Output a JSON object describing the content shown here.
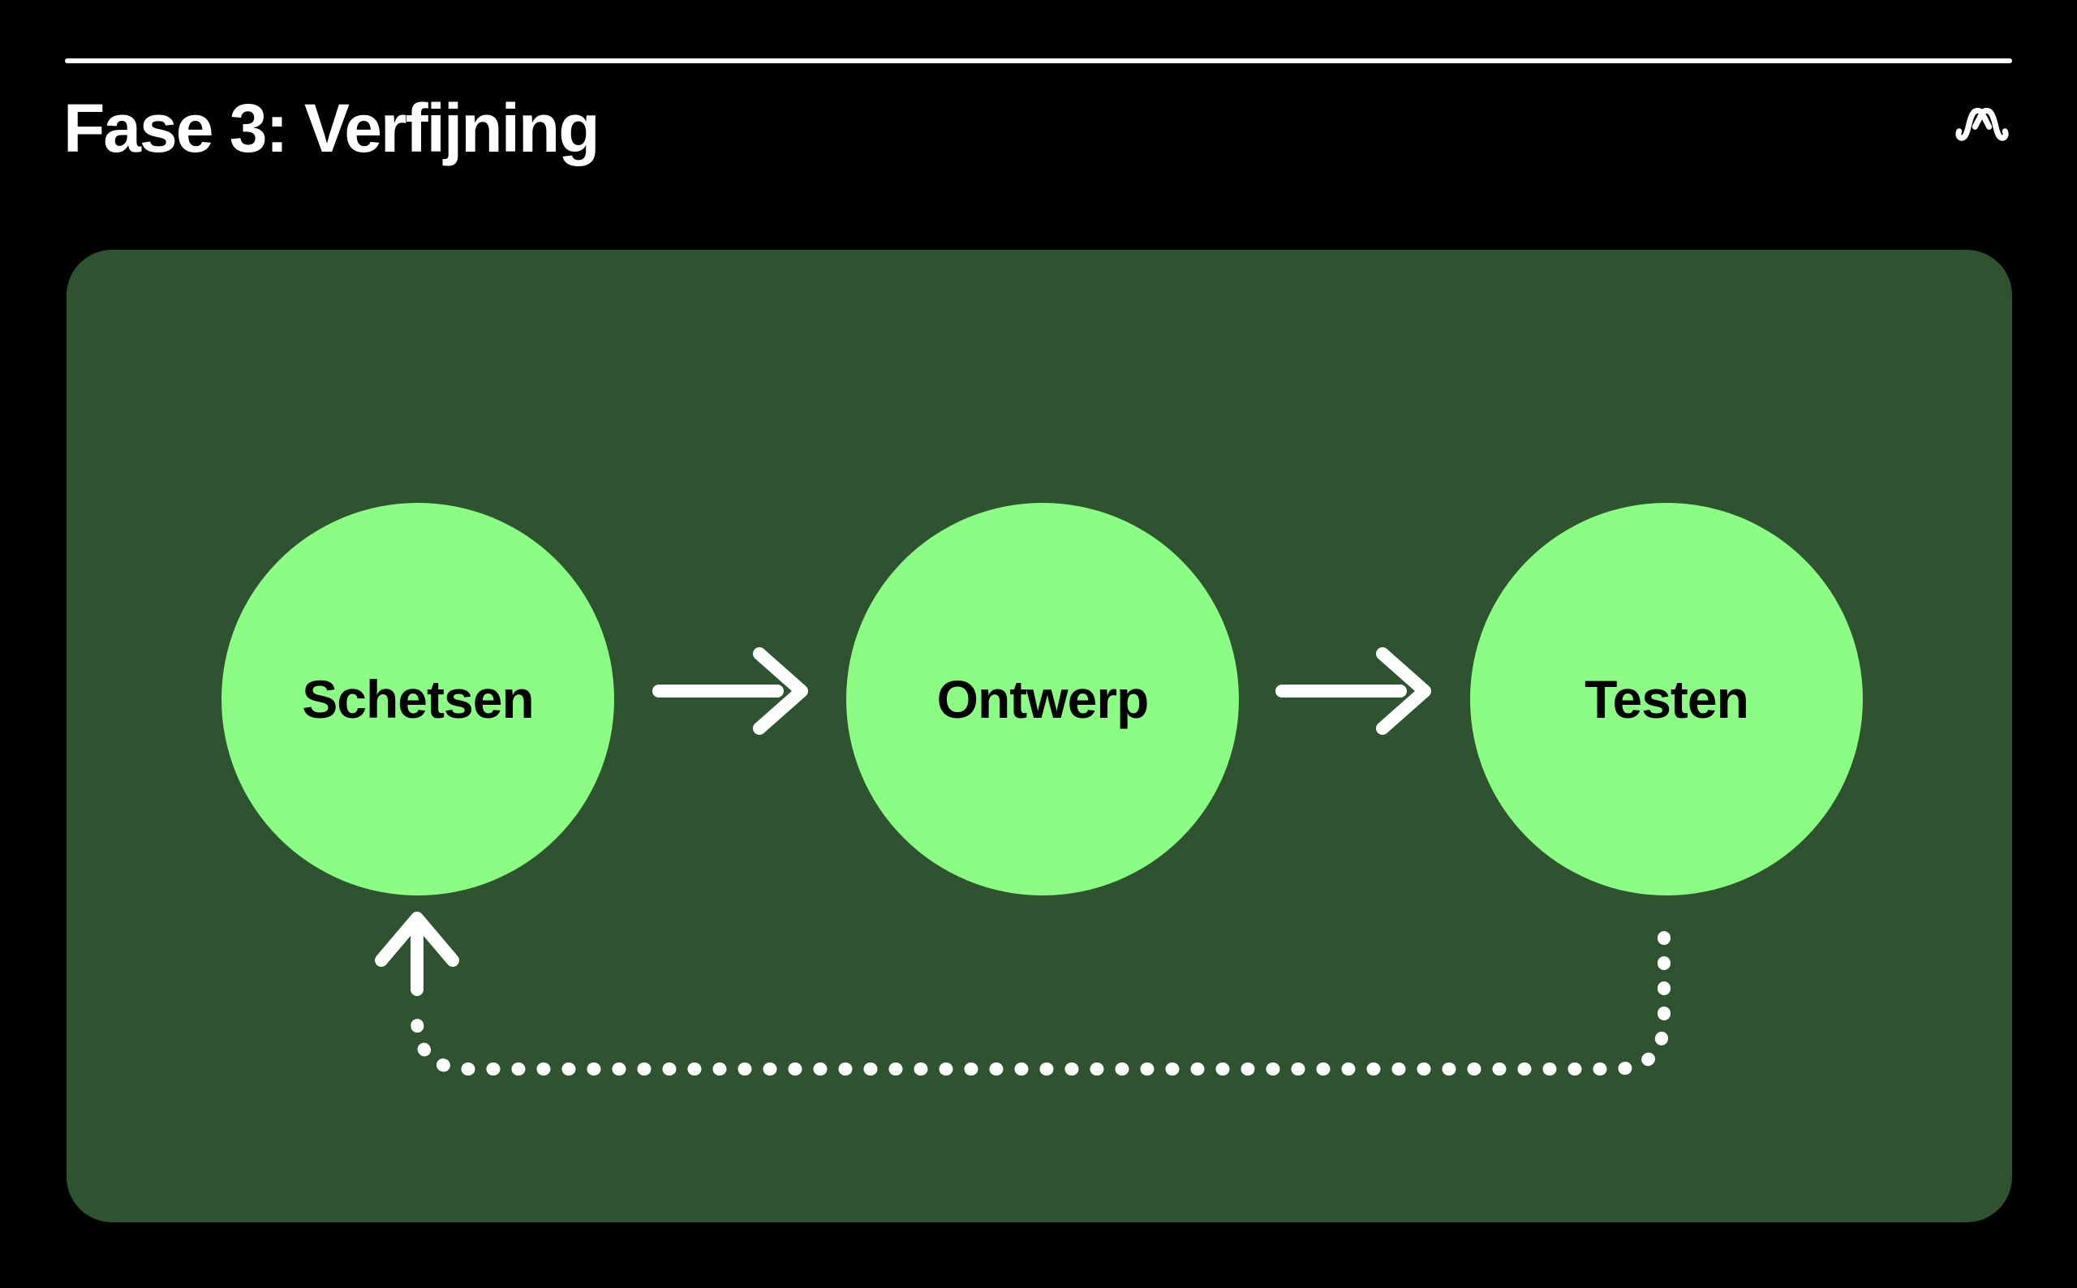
{
  "header": {
    "title": "Fase 3: Verfijning",
    "logo": "meta-logo"
  },
  "colors": {
    "background": "#000000",
    "header_rule": "#FFFFFF",
    "title_text": "#FFFFFF",
    "panel": "#2F5230",
    "node_fill": "#8BFC84",
    "node_text": "#000000",
    "connector": "#FFFFFF"
  },
  "diagram": {
    "nodes": [
      {
        "id": "schetsen",
        "label": "Schetsen"
      },
      {
        "id": "ontwerp",
        "label": "Ontwerp"
      },
      {
        "id": "testen",
        "label": "Testen"
      }
    ],
    "connectors": [
      {
        "from": "Schetsen",
        "to": "Ontwerp",
        "style": "solid-arrow",
        "direction": "right"
      },
      {
        "from": "Ontwerp",
        "to": "Testen",
        "style": "solid-arrow",
        "direction": "right"
      },
      {
        "from": "Testen",
        "to": "Schetsen",
        "style": "dotted-arrow",
        "direction": "loop-back"
      }
    ]
  }
}
